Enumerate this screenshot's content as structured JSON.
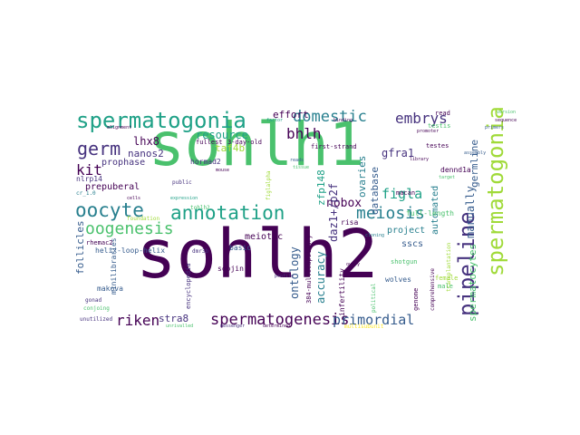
{
  "palette": {
    "dark_purple": "#440154",
    "indigo": "#46327e",
    "blue": "#365c8d",
    "teal_blue": "#277f8e",
    "teal": "#1fa187",
    "green": "#4ac16d",
    "light_green": "#a0da39",
    "yellow": "#fde725"
  },
  "words": [
    {
      "text": "sohlh1",
      "color": "#4ac16d"
    },
    {
      "text": "sohlh2",
      "color": "#440154"
    },
    {
      "text": "spermatogonia",
      "color": "#1fa187"
    },
    {
      "text": "spermatogonial",
      "color": "#a0da39"
    },
    {
      "text": "pipeline",
      "color": "#46327e"
    },
    {
      "text": "oocyte",
      "color": "#277f8e"
    },
    {
      "text": "annotation",
      "color": "#1fa187"
    },
    {
      "text": "meiosis",
      "color": "#277f8e"
    },
    {
      "text": "germ",
      "color": "#46327e"
    },
    {
      "text": "oogenesis",
      "color": "#4ac16d"
    },
    {
      "text": "domestic",
      "color": "#277f8e"
    },
    {
      "text": "embrys",
      "color": "#46327e"
    },
    {
      "text": "spermatogenesis",
      "color": "#440154"
    },
    {
      "text": "primordial",
      "color": "#365c8d"
    },
    {
      "text": "riken",
      "color": "#440154"
    },
    {
      "text": "bhlh",
      "color": "#440154"
    },
    {
      "text": "figla",
      "color": "#1fa187"
    },
    {
      "text": "kit",
      "color": "#440154"
    },
    {
      "text": "nobox",
      "color": "#440154"
    },
    {
      "text": "manually",
      "color": "#365c8d"
    },
    {
      "text": "spermatocytes",
      "color": "#4ac16d"
    },
    {
      "text": "germline",
      "color": "#365c8d"
    },
    {
      "text": "accuracy",
      "color": "#277f8e"
    },
    {
      "text": "ontology",
      "color": "#365c8d"
    },
    {
      "text": "zfp148",
      "color": "#1fa187"
    },
    {
      "text": "daz1+/p2f",
      "color": "#46327e"
    },
    {
      "text": "database",
      "color": "#365c8d"
    },
    {
      "text": "ovaries",
      "color": "#277f8e"
    },
    {
      "text": "automated",
      "color": "#277f8e"
    },
    {
      "text": "gfra1",
      "color": "#46327e"
    },
    {
      "text": "effort",
      "color": "#440154"
    },
    {
      "text": "resource",
      "color": "#1fa187"
    },
    {
      "text": "lhx8",
      "color": "#440154"
    },
    {
      "text": "taf4b",
      "color": "#a0da39"
    },
    {
      "text": "nanos2",
      "color": "#46327e"
    },
    {
      "text": "prophase",
      "color": "#46327e"
    },
    {
      "text": "prepuberal",
      "color": "#440154"
    },
    {
      "text": "stra8",
      "color": "#46327e"
    },
    {
      "text": "meiotic",
      "color": "#440154"
    },
    {
      "text": "sscs",
      "color": "#365c8d"
    },
    {
      "text": "project",
      "color": "#277f8e"
    },
    {
      "text": "follicles",
      "color": "#365c8d"
    },
    {
      "text": "helix-loop-helix",
      "color": "#365c8d"
    },
    {
      "text": "soojin",
      "color": "#440154"
    },
    {
      "text": "makova",
      "color": "#365c8d"
    },
    {
      "text": "dennd1a",
      "color": "#440154"
    },
    {
      "text": "infertility",
      "color": "#440154"
    },
    {
      "text": "nlrp14",
      "color": "#46327e"
    },
    {
      "text": "hormad2",
      "color": "#46327e"
    },
    {
      "text": "3-day-old",
      "color": "#440154"
    },
    {
      "text": "fullest",
      "color": "#440154"
    },
    {
      "text": "first-strand",
      "color": "#440154"
    },
    {
      "text": "full-length",
      "color": "#4ac16d"
    },
    {
      "text": "shotgun",
      "color": "#4ac16d"
    },
    {
      "text": "wolves",
      "color": "#365c8d"
    },
    {
      "text": "384-multicapillary",
      "color": "#440154"
    },
    {
      "text": "minilibraries",
      "color": "#365c8d"
    },
    {
      "text": "encyclopedia",
      "color": "#46327e"
    },
    {
      "text": "basic",
      "color": "#365c8d"
    },
    {
      "text": "risa",
      "color": "#440154"
    },
    {
      "text": "rhemac2",
      "color": "#440154"
    },
    {
      "text": "macan",
      "color": "#440154"
    },
    {
      "text": "testes",
      "color": "#440154"
    },
    {
      "text": "testis",
      "color": "#4ac16d"
    },
    {
      "text": "read",
      "color": "#440154"
    },
    {
      "text": "genome",
      "color": "#440154"
    },
    {
      "text": "male",
      "color": "#4ac16d"
    },
    {
      "text": "female",
      "color": "#a0da39"
    },
    {
      "text": "gonad",
      "color": "#46327e"
    },
    {
      "text": "conjoing",
      "color": "#4ac16d"
    },
    {
      "text": "unutilized",
      "color": "#46327e"
    },
    {
      "text": "foundation",
      "color": "#a0da39"
    },
    {
      "text": "public",
      "color": "#46327e"
    },
    {
      "text": "tohlh2",
      "color": "#4ac16d"
    },
    {
      "text": "dmr3b",
      "color": "#46327e"
    },
    {
      "text": "cr_1.0",
      "color": "#277f8e"
    },
    {
      "text": "figlalpha",
      "color": "#a0da39"
    },
    {
      "text": "political",
      "color": "#4ac16d"
    },
    {
      "text": "comprehensive",
      "color": "#440154"
    },
    {
      "text": "transplantation",
      "color": "#a0da39"
    },
    {
      "text": "multisubunit",
      "color": "#fde725"
    },
    {
      "text": "unrivalled",
      "color": "#4ac16d"
    },
    {
      "text": "messenger",
      "color": "#46327e"
    },
    {
      "text": "determined",
      "color": "#440154"
    },
    {
      "text": "reads",
      "color": "#365c8d"
    },
    {
      "text": "tissue",
      "color": "#4ac16d"
    },
    {
      "text": "mouse",
      "color": "#440154"
    },
    {
      "text": "expression",
      "color": "#1fa187"
    },
    {
      "text": "profile",
      "color": "#46327e"
    },
    {
      "text": "ovary",
      "color": "#440154"
    },
    {
      "text": "cloning",
      "color": "#277f8e"
    },
    {
      "text": "library",
      "color": "#440154"
    },
    {
      "text": "version",
      "color": "#4ac16d"
    },
    {
      "text": "sequence",
      "color": "#440154"
    },
    {
      "text": "primers",
      "color": "#365c8d"
    },
    {
      "text": "promoter",
      "color": "#440154"
    },
    {
      "text": "factor",
      "color": "#1fa187"
    },
    {
      "text": "binding",
      "color": "#440154"
    },
    {
      "text": "target",
      "color": "#4ac16d"
    },
    {
      "text": "cells",
      "color": "#440154"
    },
    {
      "text": "assembly",
      "color": "#365c8d"
    },
    {
      "text": "alignment",
      "color": "#440154"
    }
  ]
}
